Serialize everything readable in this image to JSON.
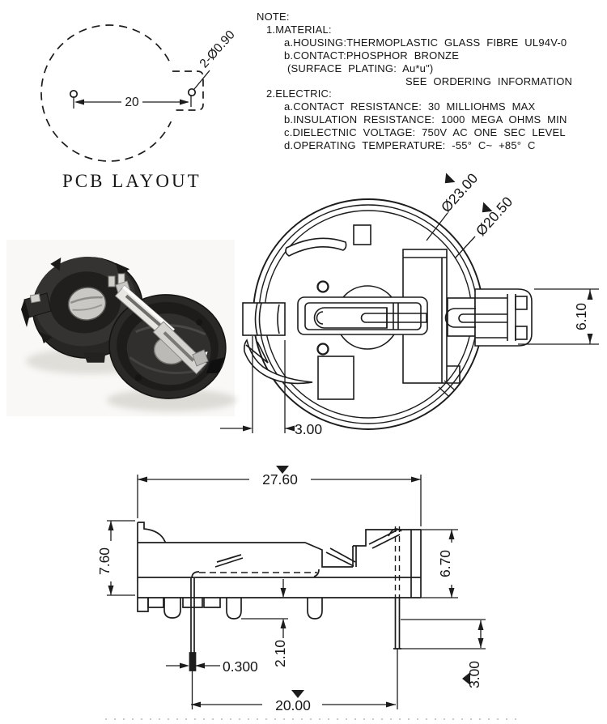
{
  "colors": {
    "ink": "#1c1c1c",
    "paper": "#ffffff"
  },
  "pcb_layout": {
    "caption": "PCB LAYOUT",
    "dim_hole_spacing": "20",
    "label_holes": "2-Ø0.90"
  },
  "note": {
    "heading": "NOTE:",
    "material_heading": "1.MATERIAL:",
    "material_items": [
      "a.HOUSING:THERMOPLASTIC GLASS FIBRE UL94V-0",
      "b.CONTACT:PHOSPHOR BRONZE",
      "(SURFACE PLATING: Au*u\")"
    ],
    "see_ordering": "SEE ORDERING INFORMATION",
    "electric_heading": "2.ELECTRIC:",
    "electric_items": [
      "a.CONTACT RESISTANCE: 30 MILLIOHMS MAX",
      "b.INSULATION RESISTANCE: 1000 MEGA OHMS MIN",
      "c.DIELECTNIC VOLTAGE: 750V AC ONE SEC LEVEL",
      "d.OPERATING TEMPERATURE: -55° C~ +85° C"
    ]
  },
  "top_view": {
    "dim_outer_diameter": "Ø23.00",
    "dim_inner_diameter": "Ø20.50",
    "dim_terminal_height": "6.10",
    "dim_edge_offset": "3.00"
  },
  "side_view": {
    "dim_overall_width": "27.60",
    "dim_left_height": "7.60",
    "dim_right_height": "6.70",
    "dim_peg_protrusion": "2.10",
    "dim_pin_thickness": "0.300",
    "dim_pin_spacing": "20.00",
    "dim_pin_length": "3.00"
  }
}
